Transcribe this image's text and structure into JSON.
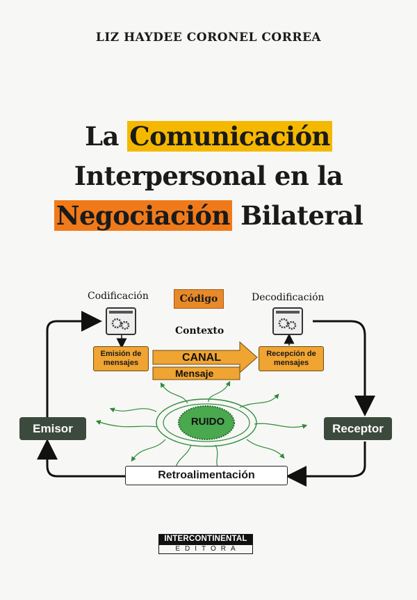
{
  "author": "LIZ HAYDEE CORONEL CORREA",
  "title": {
    "line1_a": "La",
    "line1_b": "Comunicación",
    "line2": "Interpersonal en la",
    "line3_a": "Negociación",
    "line3_b": "Bilateral"
  },
  "diagram": {
    "codificacion": "Codificación",
    "codigo": "Código",
    "decodificacion": "Decodificación",
    "contexto": "Contexto",
    "emision": [
      "Emisión de",
      "mensajes"
    ],
    "canal": "CANAL",
    "mensaje": "Mensaje",
    "recepcion": [
      "Recepción de",
      "mensajes"
    ],
    "ruido": "RUIDO",
    "emisor": "Emisor",
    "receptor": "Receptor",
    "retroalimentacion": "Retroalimentación"
  },
  "publisher": {
    "name": "INTERCONTINENTAL",
    "sub": "EDITORA"
  },
  "colors": {
    "highlight_yellow": "#f5b800",
    "highlight_orange": "#f07a1a",
    "box_orange": "#f0a431",
    "dark_green_box": "#3b4a3c",
    "noise_green": "#2e8b3a"
  }
}
